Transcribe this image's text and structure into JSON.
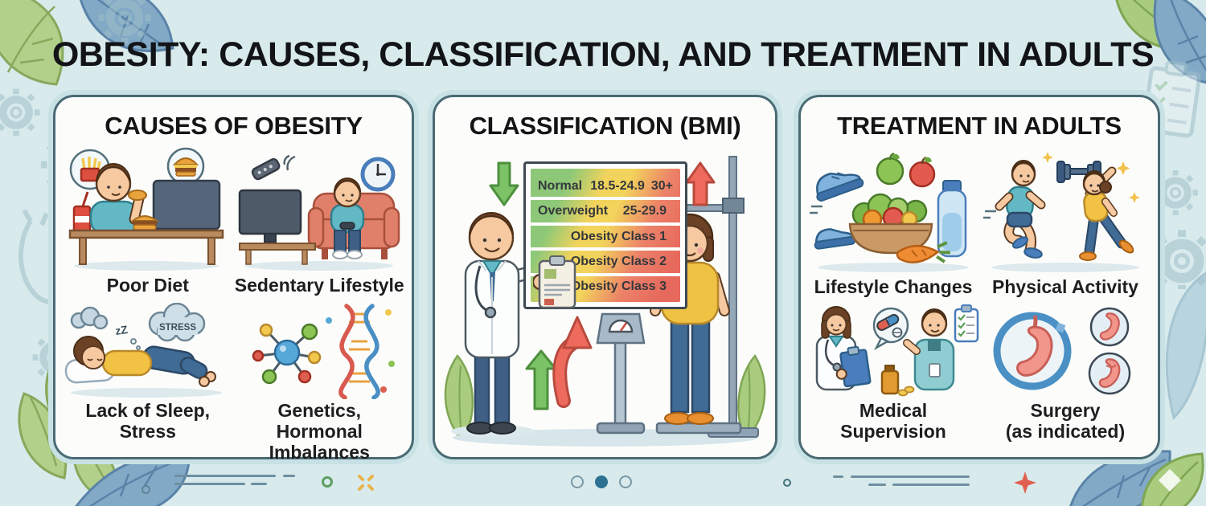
{
  "page": {
    "title": "OBESITY: CAUSES, CLASSIFICATION, AND TREATMENT IN ADULTS"
  },
  "panels": [
    {
      "id": "causes",
      "title": "CAUSES OF OBESITY",
      "items": [
        {
          "label": "Poor Diet",
          "icon": "man-eating-fast-food-at-computer"
        },
        {
          "label": "Sedentary Lifestyle",
          "icon": "man-gaming-on-couch-with-tv"
        },
        {
          "label": "Lack of Sleep,\nStress",
          "icon": "sleeping-person-with-clouds",
          "cloud_text": "STRESS",
          "sleep_text": "zZ"
        },
        {
          "label": "Genetics, Hormonal\nImbalances",
          "icon": "molecule-and-dna-helix"
        }
      ]
    },
    {
      "id": "classification",
      "title": "CLASSIFICATION (BMI)",
      "table": {
        "rows": [
          {
            "label": "Normal",
            "range": "18.5-24.9",
            "extra": "30+"
          },
          {
            "label": "Overweight",
            "range": "25-29.9",
            "extra": ""
          },
          {
            "label": "Obesity Class 1",
            "range": "",
            "extra": ""
          },
          {
            "label": "Obesity Class 2",
            "range": "",
            "extra": ""
          },
          {
            "label": "Obesity Class 3",
            "range": "",
            "extra": ""
          }
        ]
      },
      "scene_icons": [
        "doctor-with-clipboard",
        "green-down-arrow",
        "red-up-arrow",
        "weight-scale",
        "patient-on-stadiometer"
      ]
    },
    {
      "id": "treatment",
      "title": "TREATMENT IN ADULTS",
      "items": [
        {
          "label": "Lifestyle Changes",
          "icon": "healthy-food-sneakers-water"
        },
        {
          "label": "Physical Activity",
          "icon": "man-jogging-woman-stretching-dumbbell"
        },
        {
          "label": "Medical\nSupervision",
          "icon": "doctor-consulting-patient-medication"
        },
        {
          "label": "Surgery\n(as indicated)",
          "icon": "stomach-surgery-badges"
        }
      ]
    }
  ],
  "footer": {
    "carousel": {
      "dot_count": 3,
      "active_index": 1
    }
  },
  "colors": {
    "background": "#d8eaec",
    "panel_border": "#4a6a74",
    "panel_ring": "#c7e1e4",
    "bmi_green": "#8cc878",
    "bmi_yellow": "#f2d35c",
    "bmi_red": "#e7685c",
    "arrow_green": "#7cc266",
    "arrow_red": "#ed6a5c",
    "accent_teal": "#63b8c5",
    "accent_coral": "#e0806a",
    "accent_yellow": "#f1c243"
  }
}
